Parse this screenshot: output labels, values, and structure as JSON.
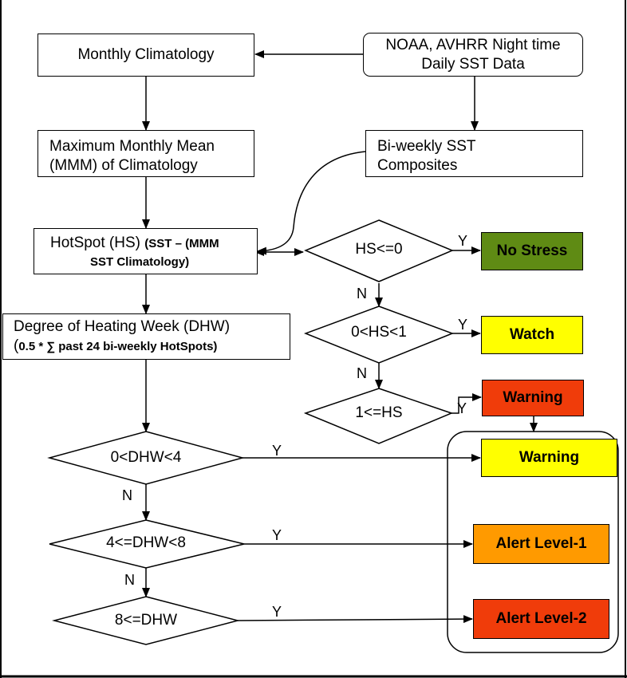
{
  "boxes": {
    "monthly_climatology": "Monthly Climatology",
    "noaa_line1": "NOAA, AVHRR Night time",
    "noaa_line2": "Daily SST Data",
    "mmm_line1": "Maximum Monthly Mean",
    "mmm_line2": "(MMM) of Climatology",
    "biweekly_line1": "Bi-weekly SST",
    "biweekly_line2": "Composites",
    "hotspot_prefix": "HotSpot (HS) ",
    "hotspot_formula_line1": "(SST – (MMM",
    "hotspot_formula_line2": "SST Climatology)",
    "dhw_line1": "Degree of Heating Week (DHW)",
    "dhw_line2_open": "(",
    "dhw_formula": "0.5 * ∑ past 24 bi-weekly HotSpots)"
  },
  "decisions": {
    "hs_le0": "HS<=0",
    "hs_0_1": "0<HS<1",
    "hs_ge1": "1<=HS",
    "dhw_0_4": "0<DHW<4",
    "dhw_4_8": "4<=DHW<8",
    "dhw_ge8": "8<=DHW"
  },
  "branch_labels": {
    "yes": "Y",
    "no": "N"
  },
  "status_boxes": {
    "no_stress": "No Stress",
    "watch": "Watch",
    "warning_hs": "Warning",
    "warning_dhw": "Warning",
    "alert1": "Alert Level-1",
    "alert2": "Alert Level-2"
  },
  "colors": {
    "no_stress": "#5f8b14",
    "watch": "#ffff00",
    "warning_hs": "#f03c0a",
    "warning_dhw": "#ffff00",
    "alert1": "#ff9a00",
    "alert2": "#f03c0a"
  }
}
